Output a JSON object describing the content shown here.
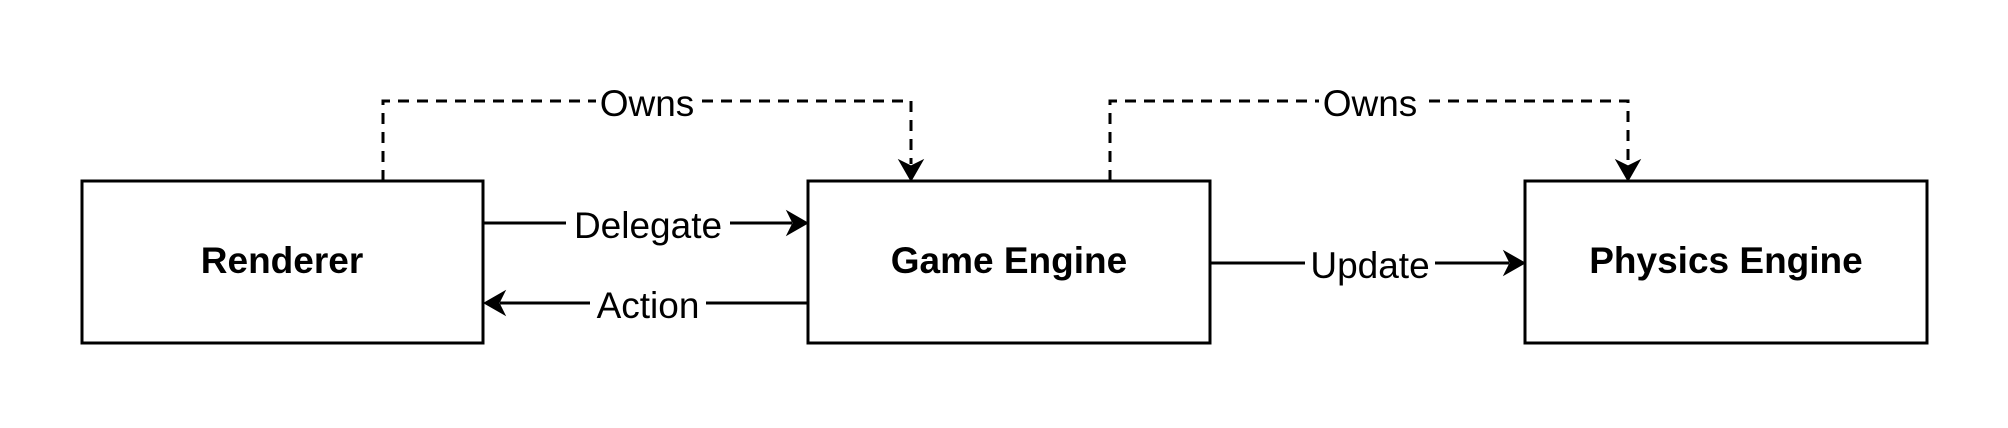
{
  "nodes": {
    "renderer": {
      "label": "Renderer"
    },
    "game_engine": {
      "label": "Game Engine"
    },
    "physics_engine": {
      "label": "Physics Engine"
    }
  },
  "edges": {
    "renderer_owns_game": {
      "label": "Owns",
      "style": "dashed"
    },
    "game_owns_physics": {
      "label": "Owns",
      "style": "dashed"
    },
    "delegate": {
      "label": "Delegate",
      "style": "solid"
    },
    "action": {
      "label": "Action",
      "style": "solid"
    },
    "update": {
      "label": "Update",
      "style": "solid"
    }
  },
  "colors": {
    "stroke": "#000000",
    "background": "#ffffff"
  }
}
